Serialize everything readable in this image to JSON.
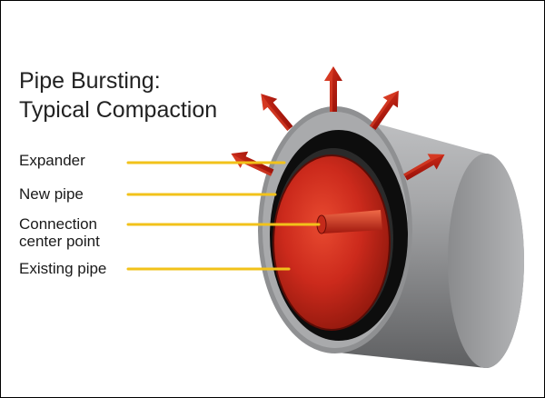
{
  "title": {
    "line1": "Pipe Bursting:",
    "line2": "Typical Compaction"
  },
  "labels": {
    "expander": "Expander",
    "new_pipe": "New pipe",
    "connection_line1": "Connection",
    "connection_line2": "center point",
    "existing_pipe": "Existing pipe"
  },
  "colors": {
    "leader_line": "#f2c21a",
    "arrow": "#b01414",
    "expander_steel": "#9a9a9c",
    "new_pipe_red": "#c8281e",
    "existing_pipe_black": "#111111"
  }
}
